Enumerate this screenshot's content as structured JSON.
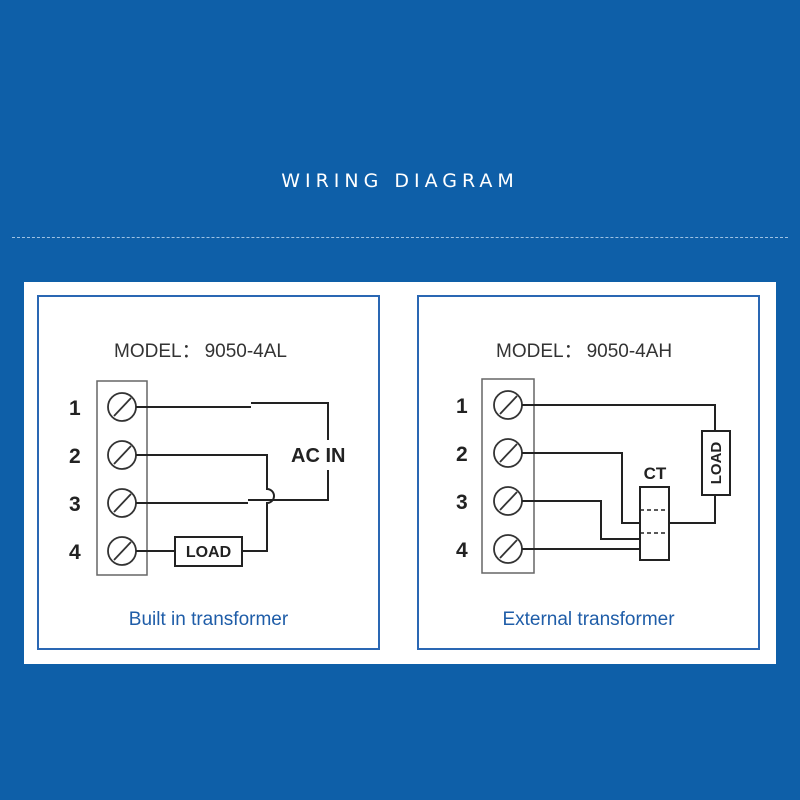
{
  "header": {
    "title": "WIRING DIAGRAM"
  },
  "colors": {
    "background": "#0e5fa8",
    "caption": "#1f5da8",
    "border": "#2a67b3",
    "wire": "#222222"
  },
  "diagrams": [
    {
      "model_label": "MODEL：",
      "model": "9050-4AL",
      "terminals": [
        "1",
        "2",
        "3",
        "4"
      ],
      "ac_in": "AC IN",
      "load": "LOAD",
      "caption": "Built in transformer"
    },
    {
      "model_label": "MODEL：",
      "model": "9050-4AH",
      "terminals": [
        "1",
        "2",
        "3",
        "4"
      ],
      "ct": "CT",
      "load": "LOAD",
      "caption": "External transformer"
    }
  ]
}
